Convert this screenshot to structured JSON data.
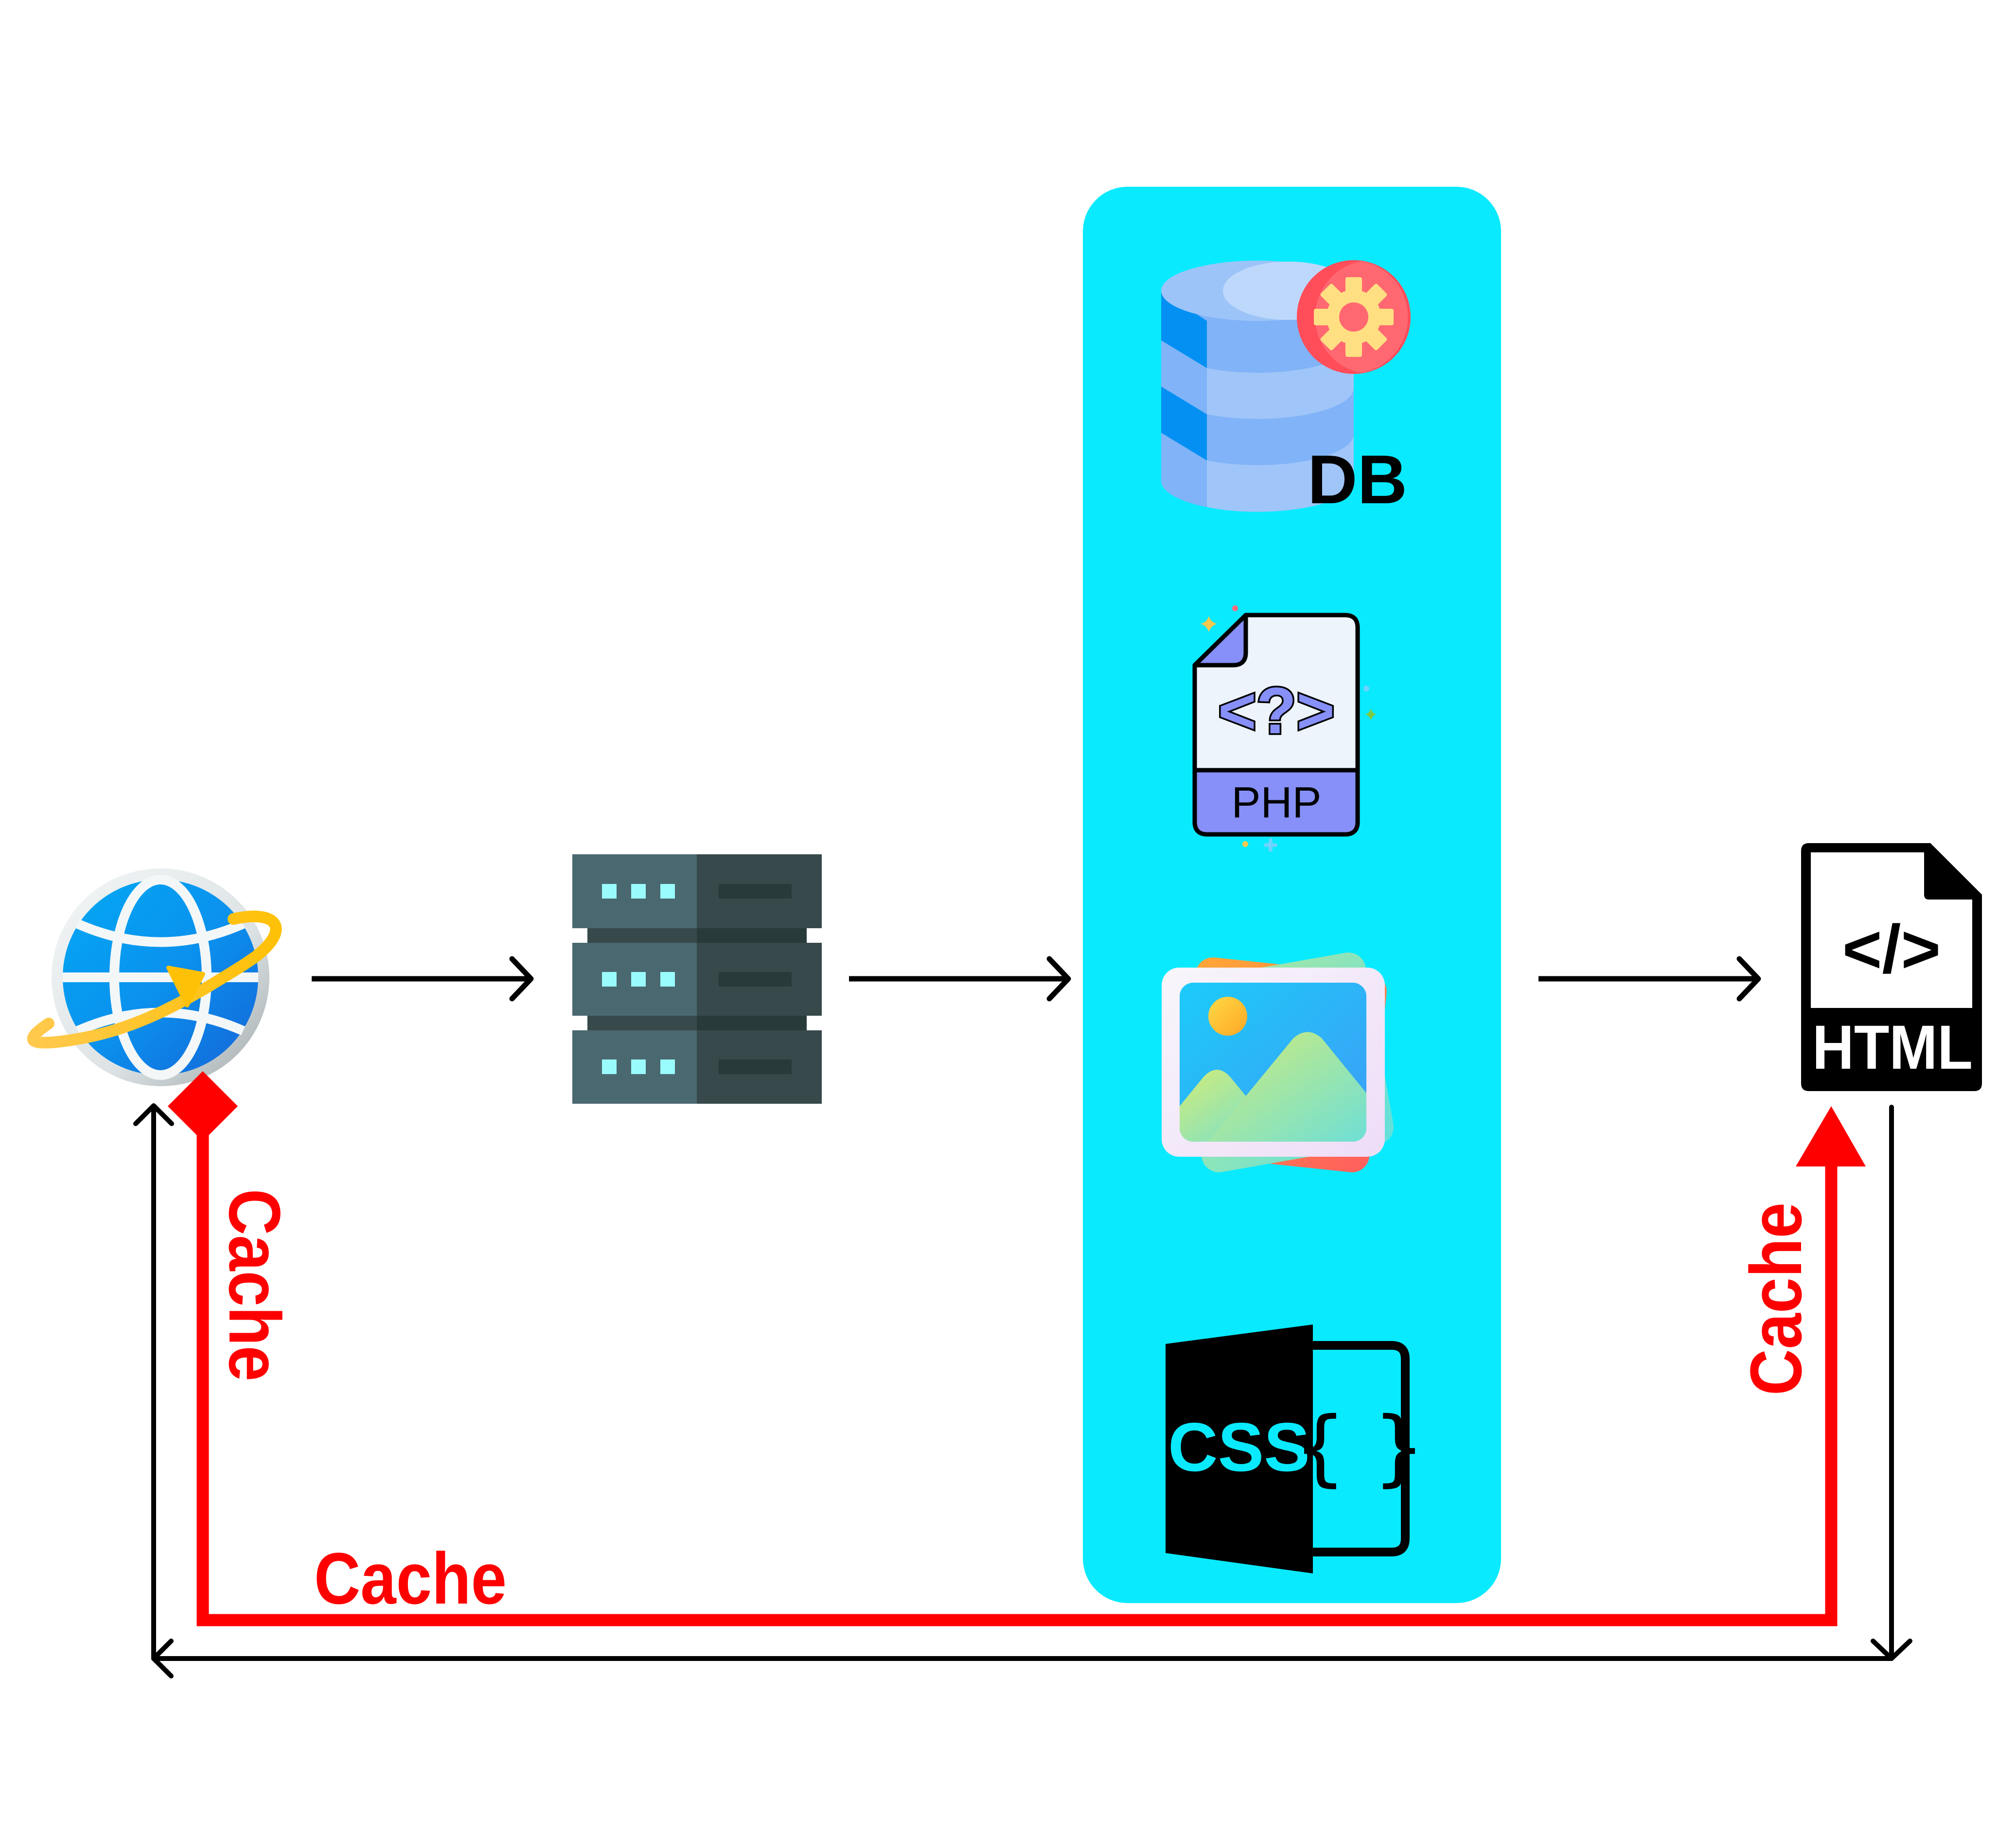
{
  "diagram": {
    "title": "Web request flow with caching",
    "nodes": [
      {
        "id": "browser",
        "icon": "globe-icon",
        "label": ""
      },
      {
        "id": "server",
        "icon": "server-rack-icon",
        "label": ""
      },
      {
        "id": "resources",
        "label": "",
        "items": [
          {
            "id": "db",
            "icon": "database-gear-icon",
            "label": "DB"
          },
          {
            "id": "php",
            "icon": "php-file-icon",
            "label": "PHP",
            "code_glyph": "<?>"
          },
          {
            "id": "images",
            "icon": "image-gallery-icon",
            "label": ""
          },
          {
            "id": "css",
            "icon": "css-file-icon",
            "label": "CSS",
            "code_glyph": "{ }"
          }
        ]
      },
      {
        "id": "html",
        "icon": "html-file-icon",
        "label": "HTML",
        "code_glyph": "</>"
      }
    ],
    "edges": [
      {
        "from": "browser",
        "to": "server",
        "style": "black-arrow"
      },
      {
        "from": "server",
        "to": "resources",
        "style": "black-arrow"
      },
      {
        "from": "resources",
        "to": "html",
        "style": "black-arrow"
      },
      {
        "from": "html",
        "to": "browser",
        "style": "black-return-path"
      },
      {
        "from": "browser",
        "to": "html",
        "style": "red-cache-path",
        "label": "Cache"
      }
    ],
    "cache_labels": {
      "left": "Cache",
      "bottom": "Cache",
      "right": "Cache"
    },
    "colors": {
      "panel": "#0AEAFF",
      "cache": "#FF0000",
      "arrow": "#000000",
      "server_light": "#4A6870",
      "server_dark": "#37494A",
      "server_led": "#9AFBFD",
      "php_accent": "#8790F8",
      "db_blue": "#80B3F8"
    }
  }
}
